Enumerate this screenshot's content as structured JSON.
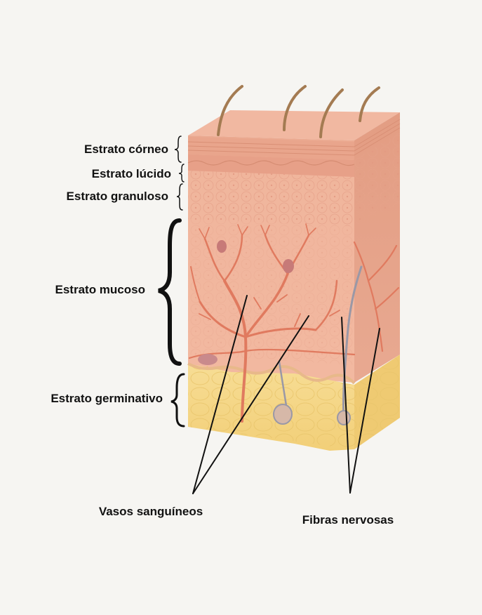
{
  "layer_labels": {
    "corneo": "Estrato córneo",
    "lucido": "Estrato lúcido",
    "granuloso": "Estrato granuloso",
    "mucoso": "Estrato mucoso",
    "germinativo": "Estrato germinativo"
  },
  "callouts": {
    "vasos": "Vasos sanguíneos",
    "fibras": "Fibras nervosas"
  },
  "colors": {
    "background": "#f6f5f2",
    "epidermis": "#efb59c",
    "epidermis_dark": "#e2a48a",
    "fat": "#f6d98a",
    "fat_dark": "#e9c86e",
    "vessels": "#e07a5f",
    "nerves": "#9a98a6",
    "hair": "#a47b52"
  }
}
